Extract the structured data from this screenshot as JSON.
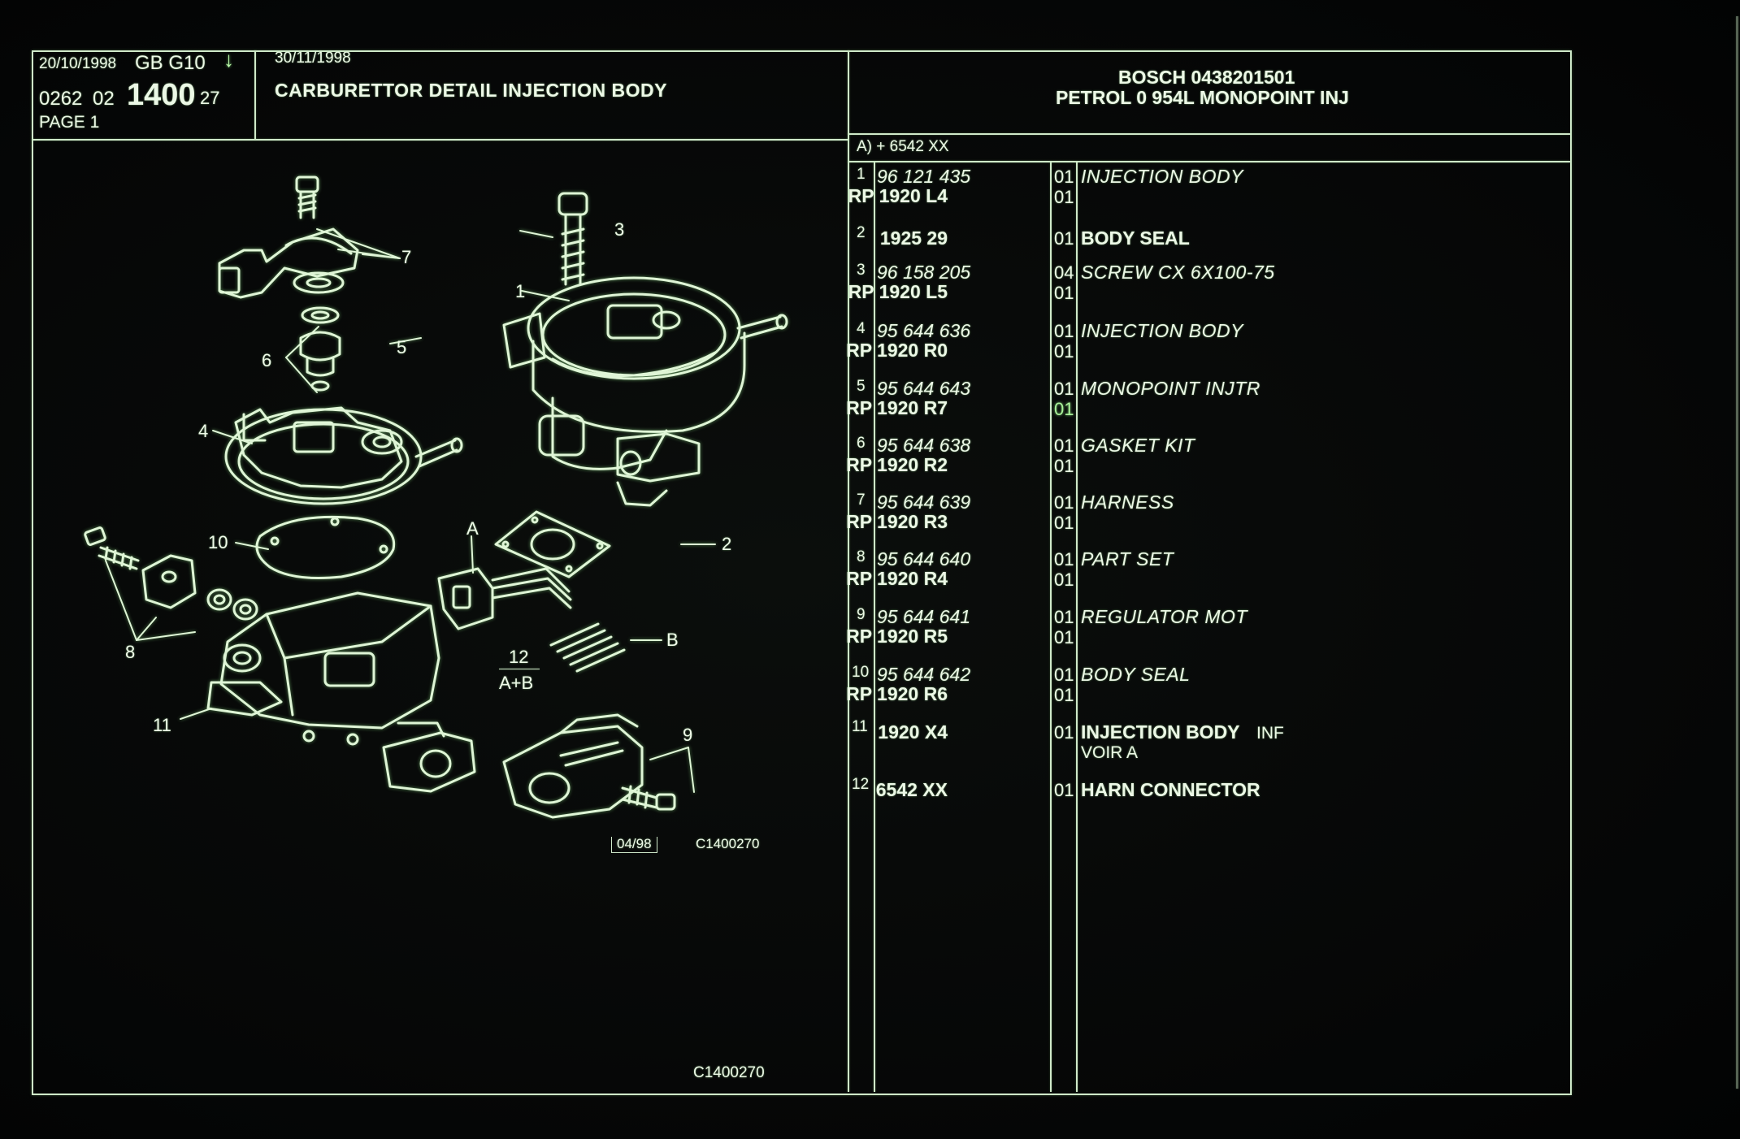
{
  "header": {
    "date1": "20/10/1998",
    "lang_model": "GB  G10",
    "down_icon": "arrow-down-icon",
    "code_a": "0262",
    "code_b": "02",
    "code_big": "1400",
    "code_c": "27",
    "page": "PAGE  1",
    "date2": "30/11/1998",
    "title": "CARBURETTOR DETAIL INJECTION BODY",
    "brand_line1": "BOSCH 0438201501",
    "brand_line2": "PETROL 0 954L MONOPOINT INJ",
    "variant": "A)  + 6542 XX"
  },
  "parts": [
    {
      "index": "1",
      "number": "96 121 435",
      "ref": "RP  1920 L4",
      "qty1": "01",
      "qty2": "01",
      "desc": "INJECTION BODY",
      "style": "italic"
    },
    {
      "index": "2",
      "number": "",
      "ref": "1925 29",
      "qty1": "01",
      "qty2": "",
      "desc": "BODY SEAL",
      "style": "bold"
    },
    {
      "index": "3",
      "number": "96 158 205",
      "ref": "RP  1920 L5",
      "qty1": "04",
      "qty2": "01",
      "desc": "SCREW CX 6X100-75",
      "style": "italic"
    },
    {
      "index": "4",
      "number": "95 644 636",
      "ref": "RP  1920 R0",
      "qty1": "01",
      "qty2": "01",
      "desc": "INJECTION BODY",
      "style": "italic"
    },
    {
      "index": "5",
      "number": "95 644 643",
      "ref": "RP  1920 R7",
      "qty1": "01",
      "qty2": "01",
      "desc": "MONOPOINT INJTR",
      "style": "italic"
    },
    {
      "index": "6",
      "number": "95 644 638",
      "ref": "RP  1920 R2",
      "qty1": "01",
      "qty2": "01",
      "desc": "GASKET KIT",
      "style": "italic"
    },
    {
      "index": "7",
      "number": "95 644 639",
      "ref": "RP  1920 R3",
      "qty1": "01",
      "qty2": "01",
      "desc": "HARNESS",
      "style": "italic"
    },
    {
      "index": "8",
      "number": "95 644 640",
      "ref": "RP  1920 R4",
      "qty1": "01",
      "qty2": "01",
      "desc": "PART SET",
      "style": "italic"
    },
    {
      "index": "9",
      "number": "95 644 641",
      "ref": "RP  1920 R5",
      "qty1": "01",
      "qty2": "01",
      "desc": "REGULATOR MOT",
      "style": "italic"
    },
    {
      "index": "10",
      "number": "95 644 642",
      "ref": "RP  1920 R6",
      "qty1": "01",
      "qty2": "01",
      "desc": "BODY SEAL",
      "style": "italic"
    },
    {
      "index": "11",
      "number": "",
      "ref": "1920 X4",
      "qty1": "01",
      "qty2": "",
      "desc": "INJECTION BODY",
      "desc_suffix": "INF",
      "desc2": "VOIR A",
      "style": "bold"
    },
    {
      "index": "12",
      "number": "",
      "ref": "6542 XX",
      "qty1": "01",
      "qty2": "",
      "desc": "HARN CONNECTOR",
      "style": "bold"
    }
  ],
  "diagram": {
    "callouts": [
      "1",
      "2",
      "3",
      "4",
      "5",
      "6",
      "7",
      "8",
      "9",
      "10",
      "11",
      "A",
      "B"
    ],
    "fraction_top": "12",
    "fraction_bottom": "A+B",
    "stamp": "04/98",
    "ref_code": "C1400270",
    "footer_code": "C1400270"
  },
  "colors": {
    "background": "#060807",
    "line": "#cfe9c9",
    "text": "#ecf8e6",
    "glow": "#8cf082"
  }
}
